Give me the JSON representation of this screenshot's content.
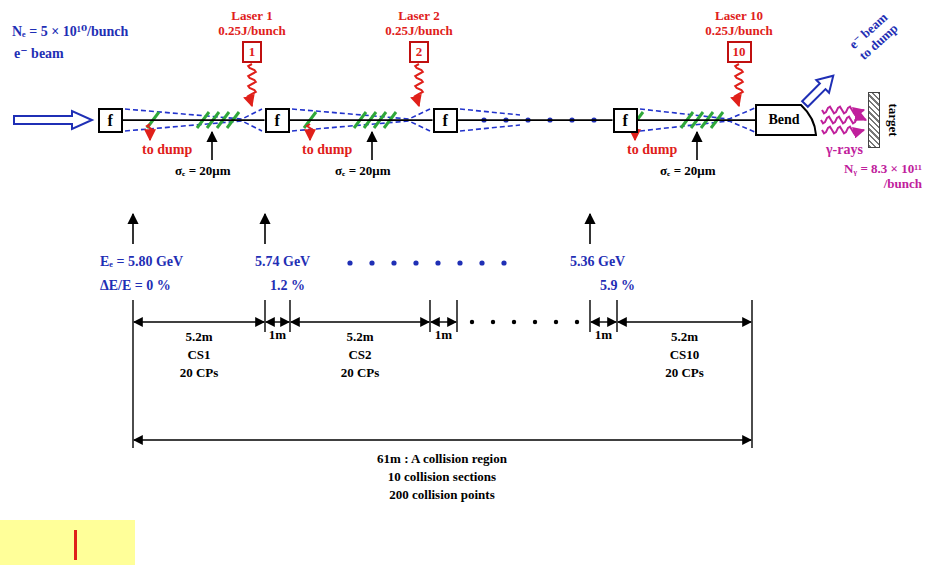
{
  "diagram": {
    "nodes": [
      {
        "text": [
          "Laser 1 0.25J/bunch",
          "1"
        ]
      },
      {
        "text": [
          "Laser 2 0.25J/bunch",
          "2"
        ]
      },
      {
        "text": [
          "Laser 10 0.25J/bunch",
          "10"
        ]
      },
      {
        "text": [
          "f"
        ]
      },
      {
        "text": [
          "f"
        ]
      },
      {
        "text": [
          "f"
        ]
      },
      {
        "text": [
          "f"
        ]
      },
      {
        "text": [
          "Bend"
        ]
      },
      {
        "text": [
          "target"
        ]
      }
    ],
    "edges": [
      {
        "from": 3,
        "to": 4,
        "arrow": "none"
      },
      {
        "from": 4,
        "to": 5,
        "arrow": "none"
      },
      {
        "from": 5,
        "to": 6,
        "arrow": "none"
      },
      {
        "from": 6,
        "to": 7,
        "arrow": "none"
      },
      {
        "from": 7,
        "to": 8,
        "arrow": "to"
      }
    ],
    "labels": [
      "Nₑ = 5 × 10¹⁰/bunch",
      "e⁻ beam",
      "to dump",
      "σₑ = 20μm",
      "to dump",
      "σₑ = 20μm",
      "to dump",
      "σₑ = 20μm",
      "Eₑ = 5.80 GeV",
      "ΔE/E = 0 %",
      "5.74 GeV",
      "1.2 %",
      "5.36 GeV",
      "5.9 %",
      "5.2m",
      "CS1",
      "20 CPs",
      "1m",
      "5.2m",
      "CS2",
      "20 CPs",
      "1m",
      "1m",
      "5.2m",
      "CS10",
      "20 CPs",
      "61m : A collision region",
      "10 collision sections",
      "200 collision points",
      "e⁻ beam to dump",
      "γ-rays",
      "Nᵧ = 8.3 × 10¹¹ /bunch"
    ]
  }
}
